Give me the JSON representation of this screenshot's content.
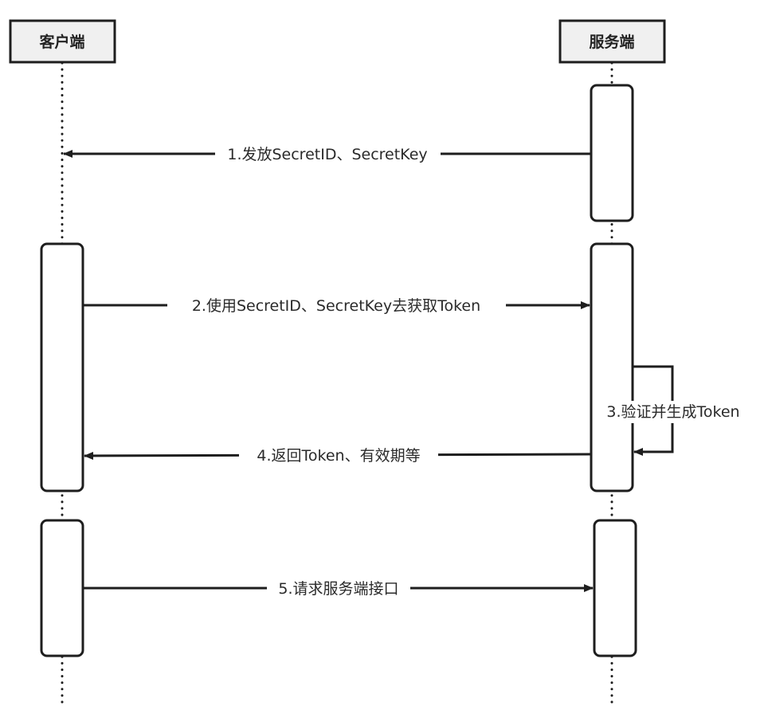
{
  "diagram": {
    "type": "sequence",
    "colors": {
      "line": "#1e1e1e",
      "actor_fill": "#f0f0f0",
      "activation_fill": "#ffffff",
      "text": "#2a2a2a"
    },
    "actors": [
      {
        "id": "client",
        "label": "客户端"
      },
      {
        "id": "server",
        "label": "服务端"
      }
    ],
    "messages": [
      {
        "id": "m1",
        "from": "server",
        "to": "client",
        "label": "1.发放SecretID、SecretKey"
      },
      {
        "id": "m2",
        "from": "client",
        "to": "server",
        "label": "2.使用SecretID、SecretKey去获取Token"
      },
      {
        "id": "m3",
        "from": "server",
        "to": "server",
        "label": "3.验证并生成Token"
      },
      {
        "id": "m4",
        "from": "server",
        "to": "client",
        "label": "4.返回Token、有效期等"
      },
      {
        "id": "m5",
        "from": "client",
        "to": "server",
        "label": "5.请求服务端接口"
      }
    ]
  }
}
